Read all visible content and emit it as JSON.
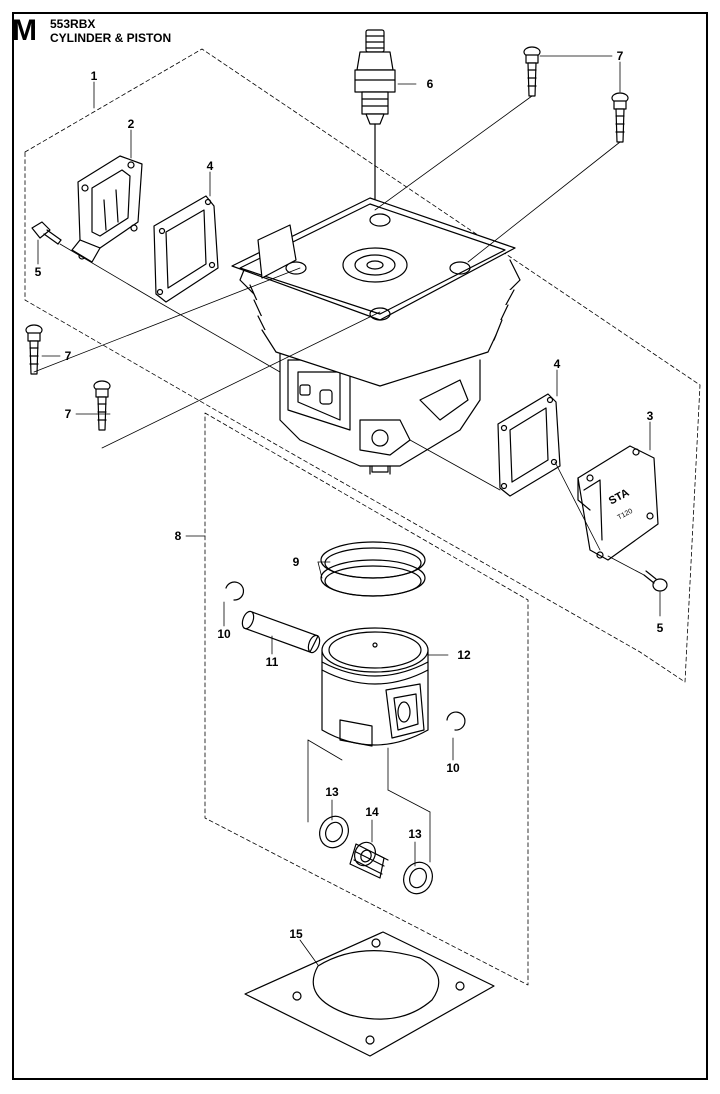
{
  "header": {
    "section_letter": "M",
    "model": "553RBX",
    "title": "CYLINDER & PISTON"
  },
  "callouts": {
    "c1": "1",
    "c2": "2",
    "c3": "3",
    "c4a": "4",
    "c4b": "4",
    "c5a": "5",
    "c5b": "5",
    "c6": "6",
    "c7a": "7",
    "c7b": "7",
    "c7c": "7",
    "c7d": "7",
    "c8": "8",
    "c9": "9",
    "c10a": "10",
    "c10b": "10",
    "c11": "11",
    "c12": "12",
    "c13a": "13",
    "c13b": "13",
    "c14": "14",
    "c15": "15"
  },
  "decal": {
    "line1": "STA",
    "line2": "T120"
  }
}
